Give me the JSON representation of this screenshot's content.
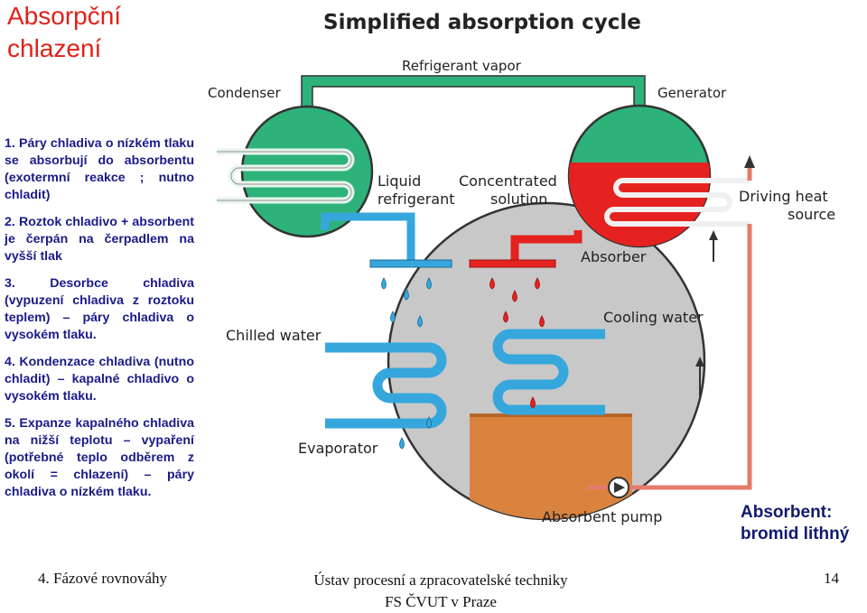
{
  "slide_title": {
    "line1": "Absorpční",
    "line2": "chlazení"
  },
  "steps": [
    "1. Páry chladiva o nízkém tlaku se absorbují do absorbentu (exotermní reakce ; nutno chladit)",
    "2. Roztok chladivo + absorbent je čerpán na čerpadlem na vyšší tlak",
    "3. Desorbce chladiva (vypuzení chladiva z roztoku teplem) – páry chladiva o vysokém tlaku.",
    "4. Kondenzace chladiva (nutno chladit) – kapalné chladivo o vysokém tlaku.",
    "5. Expanze kapalného chladiva na nižší teplotu – vypaření (potřebné teplo odběrem z okolí = chlazení) – páry chladiva o nízkém tlaku."
  ],
  "absorbent_note": {
    "line1": "Absorbent:",
    "line2": "bromid lithný"
  },
  "diagram": {
    "title": "Simplified absorption cycle",
    "labels": {
      "refrigerant_vapor": "Refrigerant vapor",
      "condenser": "Condenser",
      "generator": "Generator",
      "liquid": "Liquid",
      "refrigerant": "refrigerant",
      "concentrated": "Concentrated",
      "solution": "solution",
      "driving_heat": "Driving heat",
      "source": "source",
      "absorber": "Absorber",
      "cooling_water": "Cooling water",
      "chilled_water": "Chilled water",
      "evaporator": "Evaporator",
      "absorbent_pump": "Absorbent pump"
    },
    "colors": {
      "vessel_fill": "#c8c8c8",
      "condenser_fill": "#2db37a",
      "generator_liquid": "#e5221f",
      "refrigerant_blue": "#36a7dd",
      "solution_red": "#e5221f",
      "absorber_pool": "#d9833f"
    }
  },
  "footer": {
    "left": "4. Fázové rovnováhy",
    "center_line1": "Ústav procesní a zpracovatelské techniky",
    "center_line2": "FS ČVUT v Praze",
    "page_number": "14"
  }
}
